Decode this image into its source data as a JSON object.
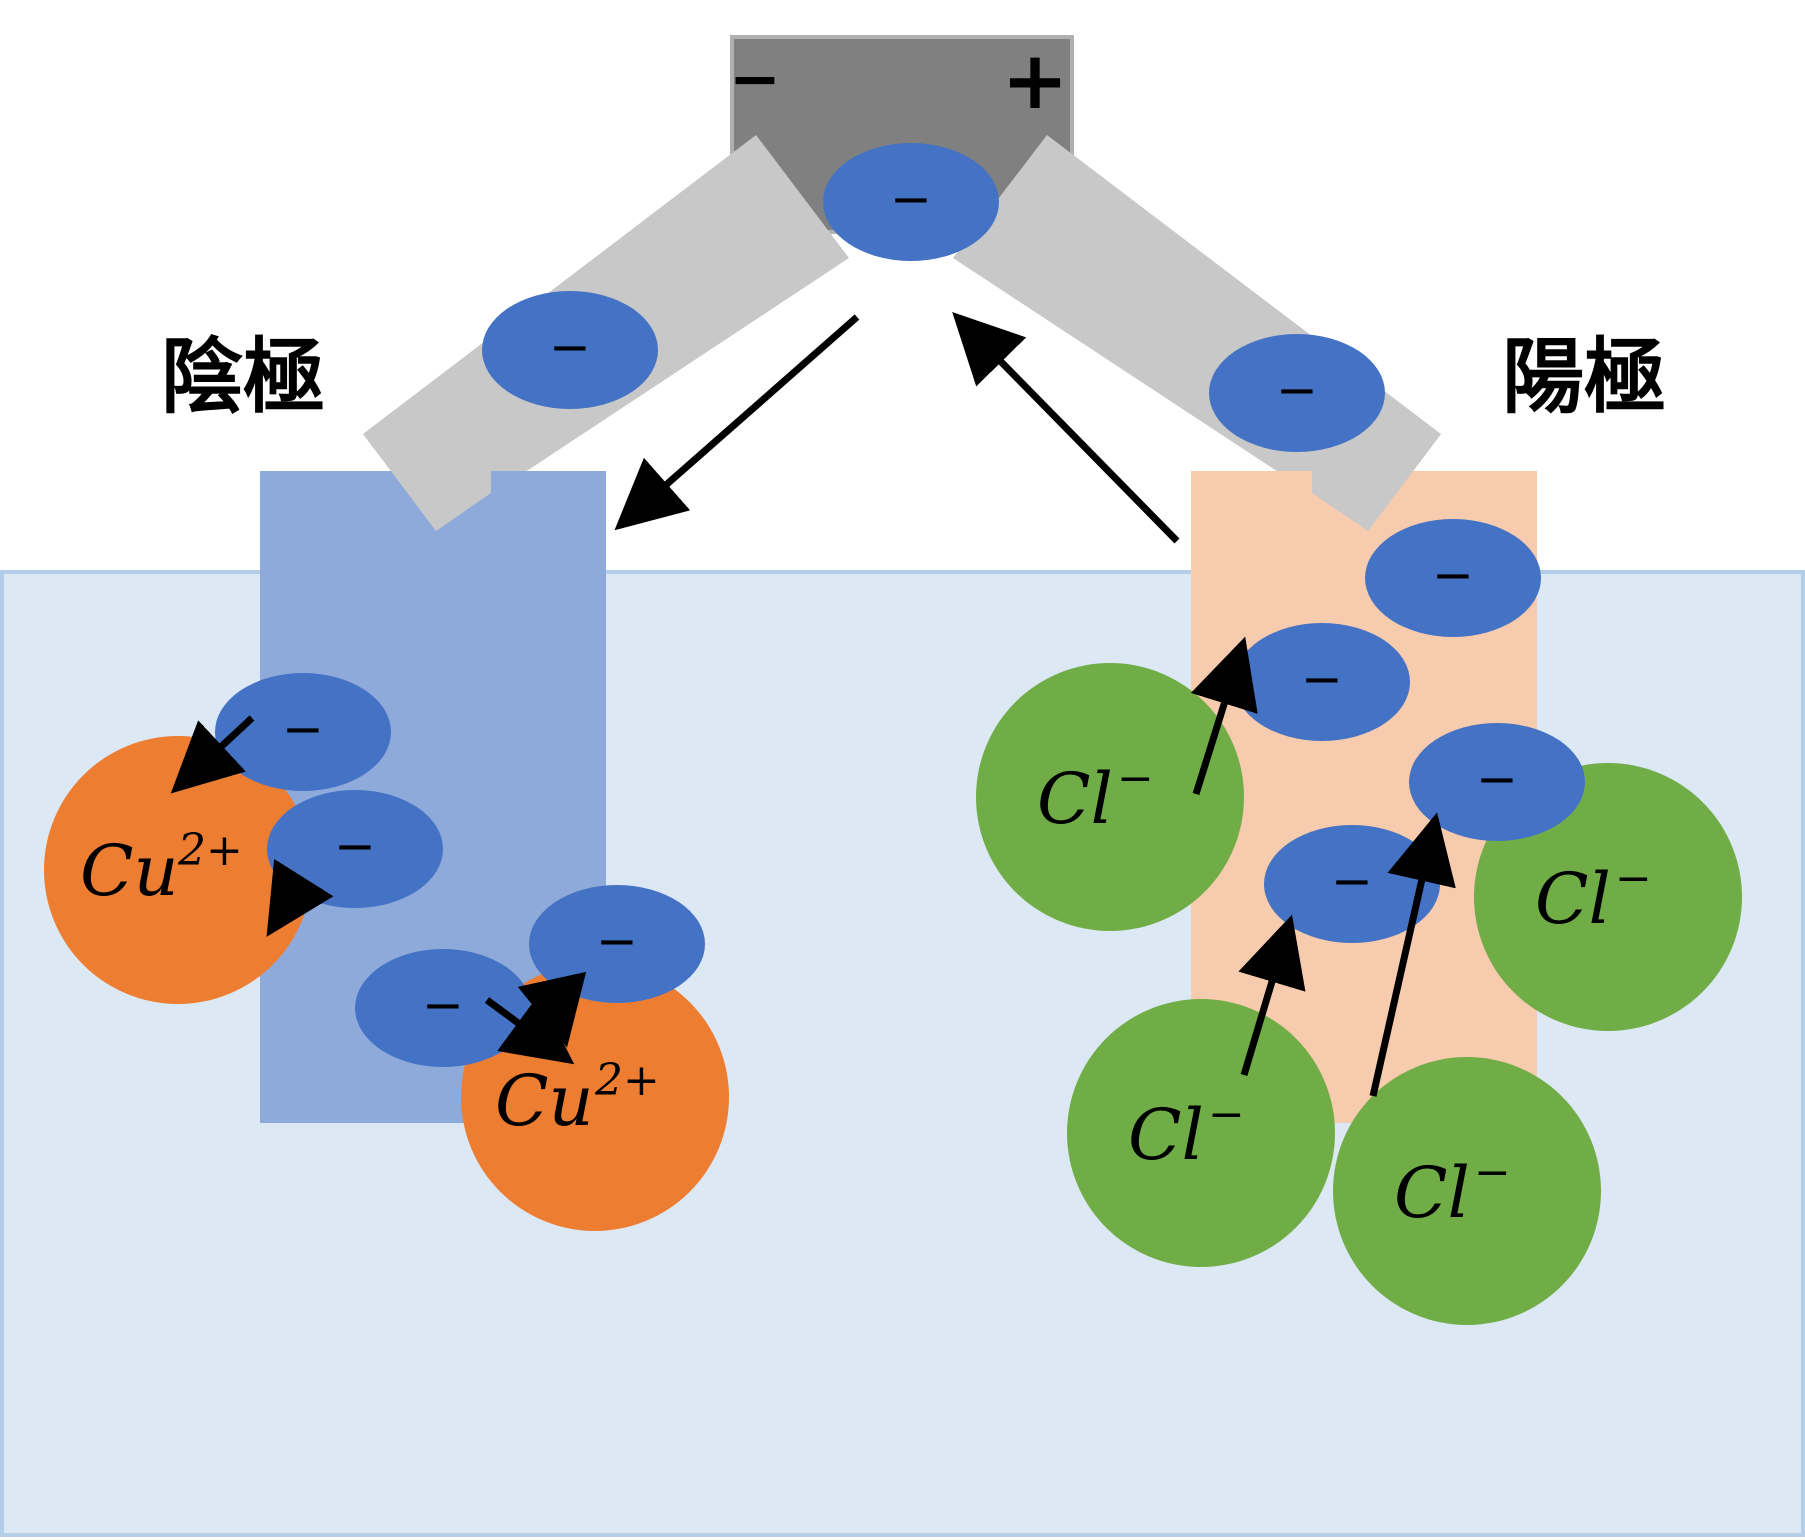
{
  "labels": {
    "cathode": "陰極",
    "anode": "陽極",
    "battery_negative": "−",
    "battery_positive": "+",
    "electron_symbol": "−",
    "copper_ion": "Cu",
    "copper_charge": "2+",
    "chloride_ion": "Cl",
    "chloride_charge": "−"
  },
  "colors": {
    "electrolyte": "#dde8f5",
    "electrolyte_border": "#b4cde8",
    "cathode_plate": "#8eaadb",
    "anode_plate": "#f7cbad",
    "wire": "#c8c8c8",
    "battery": "#808080",
    "electron": "#4472c4",
    "copper_ion": "#ed7d31",
    "chloride_ion": "#70ad47"
  }
}
